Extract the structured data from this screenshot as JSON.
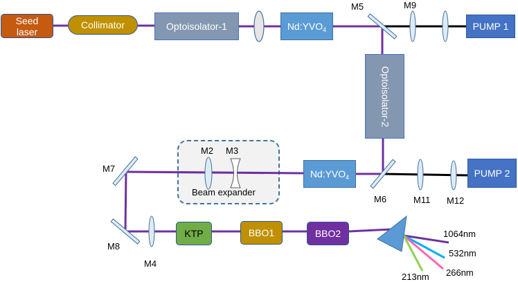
{
  "title": "Laser setup with seed laser, amplifiers and harmonic generation",
  "components": {
    "seed_laser": {
      "label": "Seed laser",
      "color": "#c55a11"
    },
    "collimator": {
      "label": "Collimator",
      "color": "#bf9000"
    },
    "optoisolator_1": {
      "label": "Optoisolator-1",
      "color": "#8497b0"
    },
    "nd_yvo4_1": {
      "label": "Nd:YVO",
      "subscript": "4",
      "color": "#5b9bd5"
    },
    "pump_1": {
      "label": "PUMP 1",
      "color": "#4472c4"
    },
    "optoisolator_2": {
      "label": "Optoisolator-2",
      "color": "#8497b0"
    },
    "nd_yvo4_2": {
      "label": "Nd:YVO",
      "subscript": "4",
      "color": "#5b9bd5"
    },
    "pump_2": {
      "label": "PUMP 2",
      "color": "#4472c4"
    },
    "beam_expander": {
      "label": "Beam expander"
    },
    "ktp": {
      "label": "KTP",
      "color": "#70ad47"
    },
    "bbo1": {
      "label": "BBO1",
      "color": "#bf9000"
    },
    "bbo2": {
      "label": "BBO2",
      "color": "#7030a0"
    },
    "prism": {
      "color": "#5b9bd5"
    }
  },
  "optics_labels": {
    "m2": "M2",
    "m3": "M3",
    "m4": "M4",
    "m5": "M5",
    "m6": "M6",
    "m7": "M7",
    "m8": "M8",
    "m9": "M9",
    "m11": "M11",
    "m12": "M12"
  },
  "output_beams": [
    {
      "label": "1064nm",
      "color": "#7030a0"
    },
    {
      "label": "532nm",
      "color": "#00b0f0"
    },
    {
      "label": "266nm",
      "color": "#ff66b3"
    },
    {
      "label": "213nm",
      "color": "#92d050"
    }
  ],
  "colors": {
    "laser_beam": "#7030a0",
    "pump_beam": "#000000"
  }
}
